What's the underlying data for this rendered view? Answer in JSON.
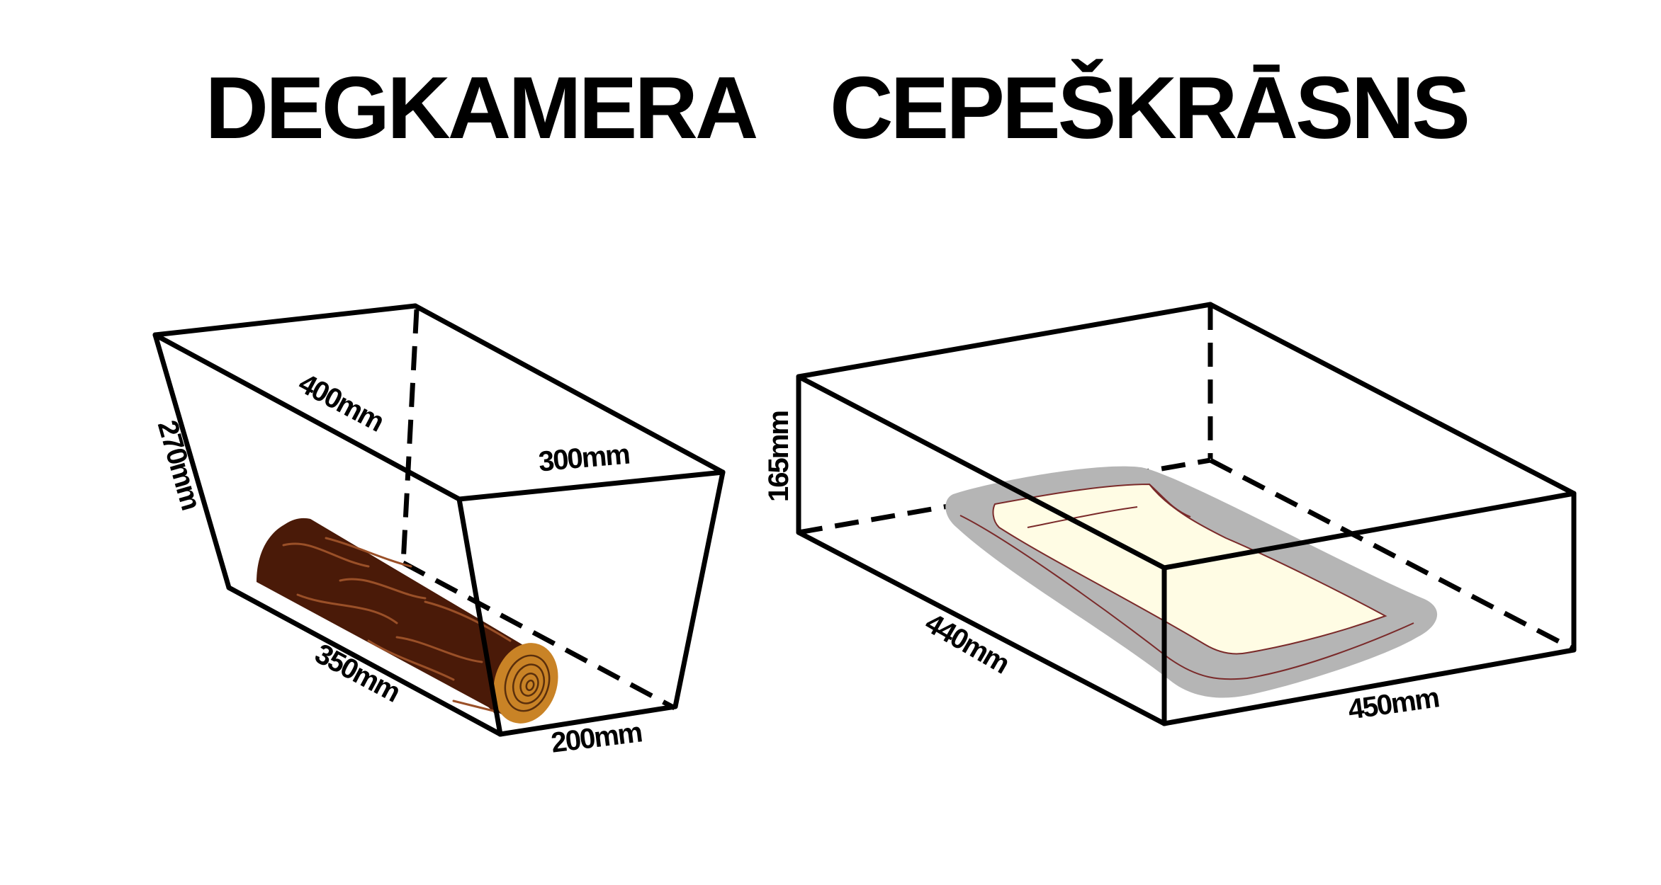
{
  "firebox": {
    "title": "DEGKAMERA",
    "dimensions": {
      "top_depth": "400mm",
      "top_width": "300mm",
      "height": "270mm",
      "bottom_depth": "350mm",
      "bottom_width": "200mm"
    },
    "content_icon": "log-icon"
  },
  "oven": {
    "title": "CEPEŠKRĀSNS",
    "dimensions": {
      "height": "165mm",
      "depth": "440mm",
      "width": "450mm"
    },
    "content_icon": "baking-tray-icon"
  },
  "colors": {
    "outline": "#000000",
    "log_bark": "#4a1a08",
    "log_end": "#c98326",
    "tray": "#b5b5b5",
    "dough": "#fffce4"
  }
}
